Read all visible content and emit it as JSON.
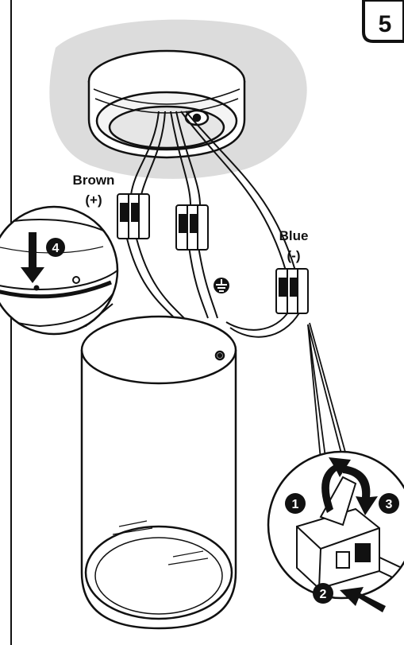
{
  "step": {
    "number": "5"
  },
  "wires": {
    "brown_label": "Brown",
    "brown_polarity": "(+)",
    "blue_label": "Blue",
    "blue_polarity": "(-)",
    "ground_icon": "ground-symbol-icon"
  },
  "callouts": {
    "ring_step": "4",
    "lever_open": "1",
    "insert_wire": "2",
    "lever_close": "3"
  },
  "colors": {
    "ink": "#111111",
    "ceiling": "#dcdcdc",
    "paper": "#ffffff"
  }
}
